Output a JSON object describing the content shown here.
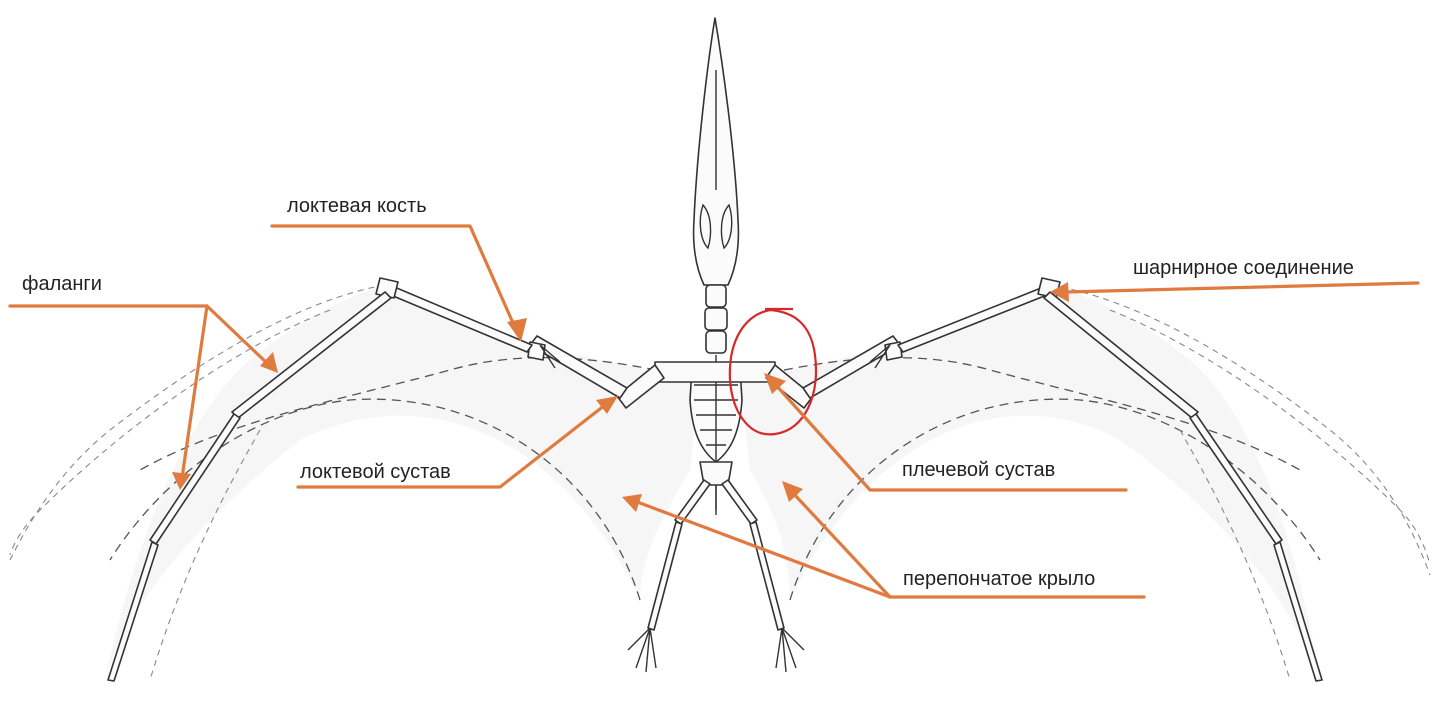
{
  "colors": {
    "leader": "#e07b3f",
    "highlight": "#d42a2a",
    "text": "#222222"
  },
  "labels": {
    "ulna": "локтевая кость",
    "phalanges": "фаланги",
    "hinge_joint": "шарнирное соединение",
    "elbow_joint": "локтевой сустав",
    "shoulder_joint": "плечевой сустав",
    "membrane_wing": "перепончатое крыло"
  }
}
